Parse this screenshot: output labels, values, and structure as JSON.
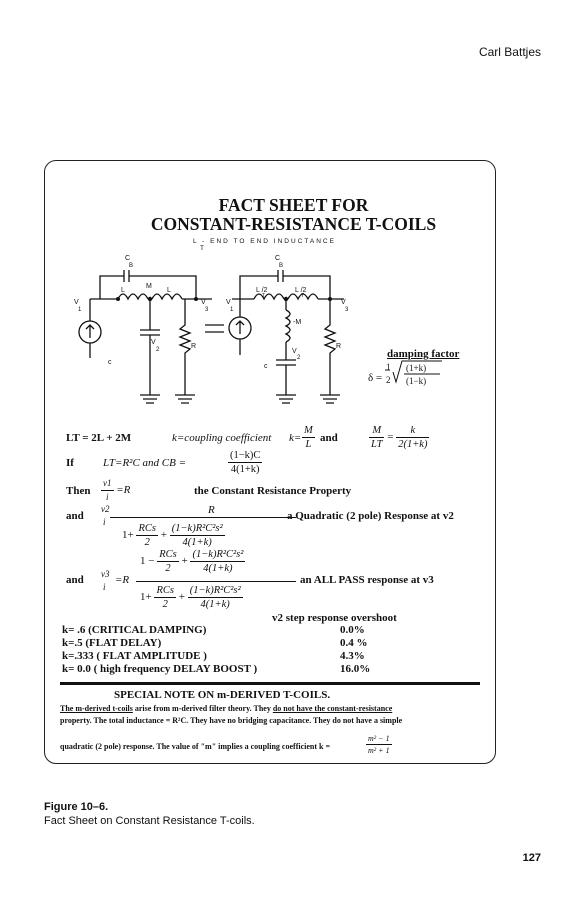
{
  "header": {
    "author": "Carl Battjes"
  },
  "sheet": {
    "title_line1": "FACT SHEET FOR",
    "title_line2": "CONSTANT-RESISTANCE T-COILS",
    "lt_label": "L  - END TO END INDUCTANCE",
    "lt_sub": "T",
    "schematic": {
      "c": "C",
      "b": "B",
      "l": "L",
      "m": "M",
      "v1": "V",
      "v2": "V",
      "v3": "V",
      "s1": "1",
      "s2": "2",
      "s3": "3",
      "r": "R",
      "c_sub": "c",
      "lt2": "L  /2",
      "t": "T"
    },
    "damping": {
      "label": "damping factor",
      "delta": "δ =",
      "one": "1",
      "two": "2",
      "num": "(1+k)",
      "den": "(1−k)"
    }
  },
  "equations": {
    "row1": {
      "lt": "LT = 2L + 2M",
      "coupling": "k=coupling coefficient",
      "k_eq": "k=",
      "M": "M",
      "L": "L",
      "and": "and",
      "M2": "M",
      "LT": "LT",
      "k2": "k",
      "den2": "2(1+k)"
    },
    "row2": {
      "label": "If",
      "expr": "LT=R²C  and  CB =",
      "num": "(1−k)C",
      "den": "4(1+k)"
    },
    "row3": {
      "label": "Then",
      "v1": "v1",
      "i": "i",
      "eq": "=R",
      "text": "the Constant Resistance Property"
    },
    "row4": {
      "label": "and",
      "v2": "v2",
      "i": "i",
      "R": "R",
      "den_a": "RCs",
      "den_b": "2",
      "den_c": "(1−k)R²C²s²",
      "den_d": "4(1+k)",
      "one_plus": "1+",
      "plus": "+",
      "text": "a Quadratic (2 pole) Response at v2"
    },
    "row5": {
      "label": "and",
      "v3": "v3",
      "i": "i",
      "eq": "=R",
      "one_minus": "1 −",
      "one_plus": "1+",
      "a": "RCs",
      "b": "2",
      "c": "(1−k)R²C²s²",
      "d": "4(1+k)",
      "plus": "+",
      "text": "an ALL PASS response at v3"
    }
  },
  "overshoot": {
    "header": "v2 step  response overshoot",
    "rows": [
      {
        "case": "k= .6 (CRITICAL DAMPING)",
        "value": "0.0%"
      },
      {
        "case": "k=.5  (FLAT DELAY)",
        "value": "0.4 %"
      },
      {
        "case": "k=.333  ( FLAT AMPLITUDE )",
        "value": "4.3%"
      },
      {
        "case": "k= 0.0  ( high frequency DELAY BOOST )",
        "value": "16.0%"
      }
    ]
  },
  "special_note": {
    "title": "SPECIAL NOTE  ON  m-DERIVED  T-COILS.",
    "l1_u1": "The m-derived t-coils",
    "l1_mid": " arise from m-derived filter theory. They ",
    "l1_u2": "do not have the constant-resistance",
    "l2": "property. The total inductance = R²C.  They have no bridging capacitance. They do not have a simple",
    "l3": "quadratic (2 pole) response. The value of \"m\" implies a coupling coefficient k =",
    "num": "m² − 1",
    "den": "m² + 1"
  },
  "figure": {
    "label": "Figure 10–6.",
    "caption": "Fact Sheet on Constant Resistance T-coils."
  },
  "page_number": "127"
}
